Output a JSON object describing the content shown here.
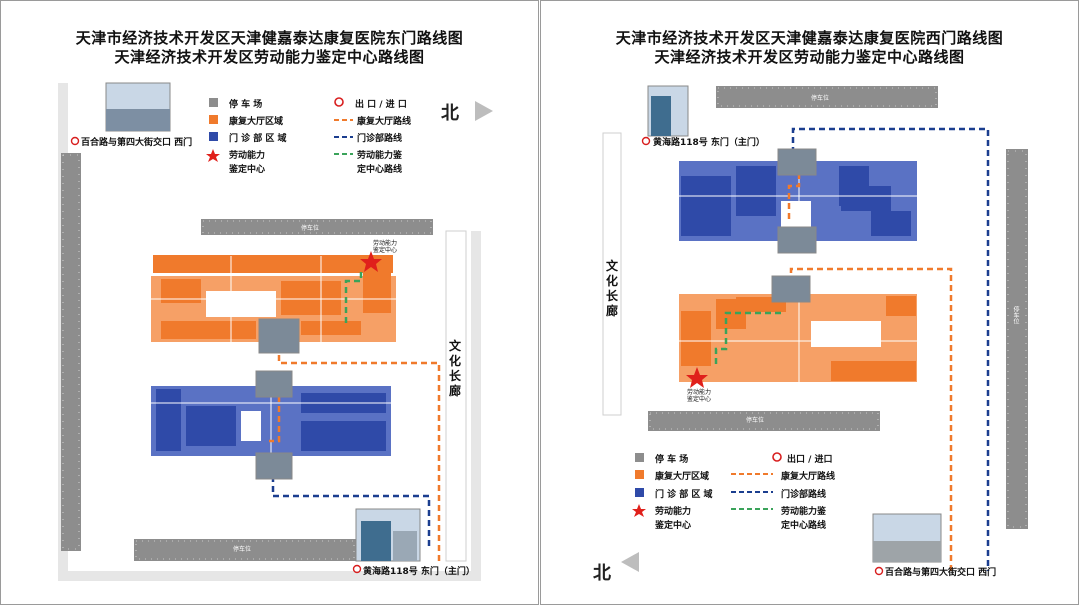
{
  "left": {
    "title_line1": "天津市经济技术开发区天津健嘉泰达康复医院东门路线图",
    "title_line2": "天津经济技术开发区劳动能力鉴定中心路线图",
    "legend": {
      "parking": "停 车 场",
      "rehab_area": "康复大厅区域",
      "clinic_area": "门 诊 部 区 域",
      "center_line1": "劳动能力",
      "center_line2": "鉴定中心",
      "exit": "出 口 / 进 口",
      "rehab_route": "康复大厅路线",
      "clinic_route": "门诊部路线",
      "center_route_line1": "劳动能力鉴",
      "center_route_line2": "定中心路线"
    },
    "north": "北",
    "gate_top": "百合路与第四大街交口 西门",
    "gate_bottom": "黄海路118号 东门（主门）",
    "corridor": "文化长廊",
    "parking_label": "停车位",
    "star_label_line1": "劳动能力",
    "star_label_line2": "鉴定中心"
  },
  "right": {
    "title_line1": "天津市经济技术开发区天津健嘉泰达康复医院西门路线图",
    "title_line2": "天津经济技术开发区劳动能力鉴定中心路线图",
    "legend": {
      "parking": "停 车 场",
      "rehab_area": "康复大厅区域",
      "clinic_area": "门 诊 部 区 域",
      "center_line1": "劳动能力",
      "center_line2": "鉴定中心",
      "exit": "出口 / 进口",
      "rehab_route": "康复大厅路线",
      "clinic_route": "门诊部路线",
      "center_route_line1": "劳动能力鉴",
      "center_route_line2": "定中心路线"
    },
    "north": "北",
    "gate_top": "黄海路118号 东门（主门）",
    "gate_bottom": "百合路与第四大街交口 西门",
    "corridor": "文化长廊",
    "parking_label": "停车位",
    "star_label_line1": "劳动能力",
    "star_label_line2": "鉴定中心"
  },
  "colors": {
    "orange_area": "#f07a2c",
    "blue_area": "#2f4aa8",
    "orange_route": "#f07a2c",
    "blue_route": "#1b3e8f",
    "green_route": "#3aa35a",
    "parking": "#8d8d8d",
    "star": "#e0201b",
    "exit_ring": "#d81e1e"
  },
  "icons": [
    "north-arrow-icon",
    "exit-ring-icon",
    "star-icon",
    "parking-swatch-icon"
  ]
}
